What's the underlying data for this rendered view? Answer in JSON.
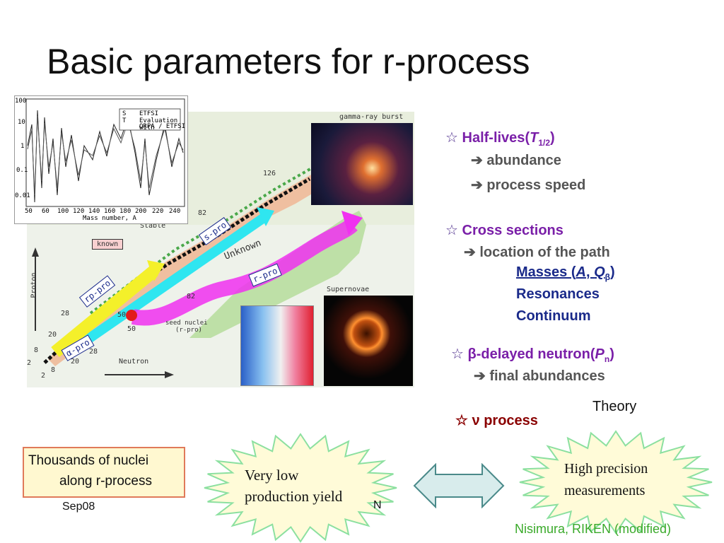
{
  "slide": {
    "title": "Basic parameters for r-process",
    "date": "Sep08",
    "credit": "Nisimura, RIKEN  (modified)"
  },
  "right_panel": {
    "star": "☆",
    "half_lives": {
      "label": "Half-lives",
      "paren_open": "(",
      "sym": "T",
      "sub": "1/2",
      "paren_close": ")"
    },
    "half_lives_items": [
      "abundance",
      "process speed"
    ],
    "cross_sections": {
      "label": "Cross sections"
    },
    "cross_item": "location of the path",
    "masses": {
      "prefix": "Masses (",
      "A": "A",
      "comma": ", ",
      "Q": "Q",
      "sub": "β",
      "suffix": ")"
    },
    "resonances": "Resonances",
    "continuum": "Continuum",
    "beta_delayed": {
      "beta": "β",
      "label": "-delayed neutron",
      "paren_open": "(",
      "sym": "P",
      "sub": "n",
      "paren_close": ")"
    },
    "beta_item": "final abundances",
    "arrow": "➔",
    "theory": "Theory",
    "nu_process": {
      "nu": "ν",
      "label": "process"
    }
  },
  "bottom": {
    "thousands_line1": "Thousands of nuclei",
    "thousands_line2": "along r-process",
    "very_low_line1": "Very low",
    "very_low_line2": "production yield",
    "hidden_tail": "N",
    "high_prec_line1": "High precision",
    "high_prec_line2": "measurements"
  },
  "figure": {
    "halflife_legend": [
      "S",
      "ETFSI",
      "T",
      "Evaluation with",
      "QRPA / ETFSI"
    ],
    "halflife_y_ticks": [
      "100",
      "10",
      "1",
      "0.1",
      "0.01"
    ],
    "halflife_x_ticks": [
      "50",
      "60",
      "100",
      "120",
      "140",
      "160",
      "180",
      "200",
      "220",
      "240"
    ],
    "halflife_xlabel": "Mass number, A",
    "gamma_ray_label": "gamma-ray burst",
    "supernovae_label": "Supernovae",
    "stable_label": "Stable",
    "known_label": "known",
    "unknown_label": "Unknown",
    "s_pro": "s-pro",
    "r_pro": "r-pro",
    "rp_pro": "rp-pro",
    "alpha_pro": "α-pro",
    "seed_label": "seed nuclei",
    "seed_sub": "(r-pro)",
    "proton_axis": "Proton",
    "neutron_axis": "Neutron",
    "magic": [
      "126",
      "82",
      "82",
      "50",
      "50",
      "28",
      "28",
      "20",
      "20",
      "8",
      "8",
      "2",
      "2"
    ]
  }
}
